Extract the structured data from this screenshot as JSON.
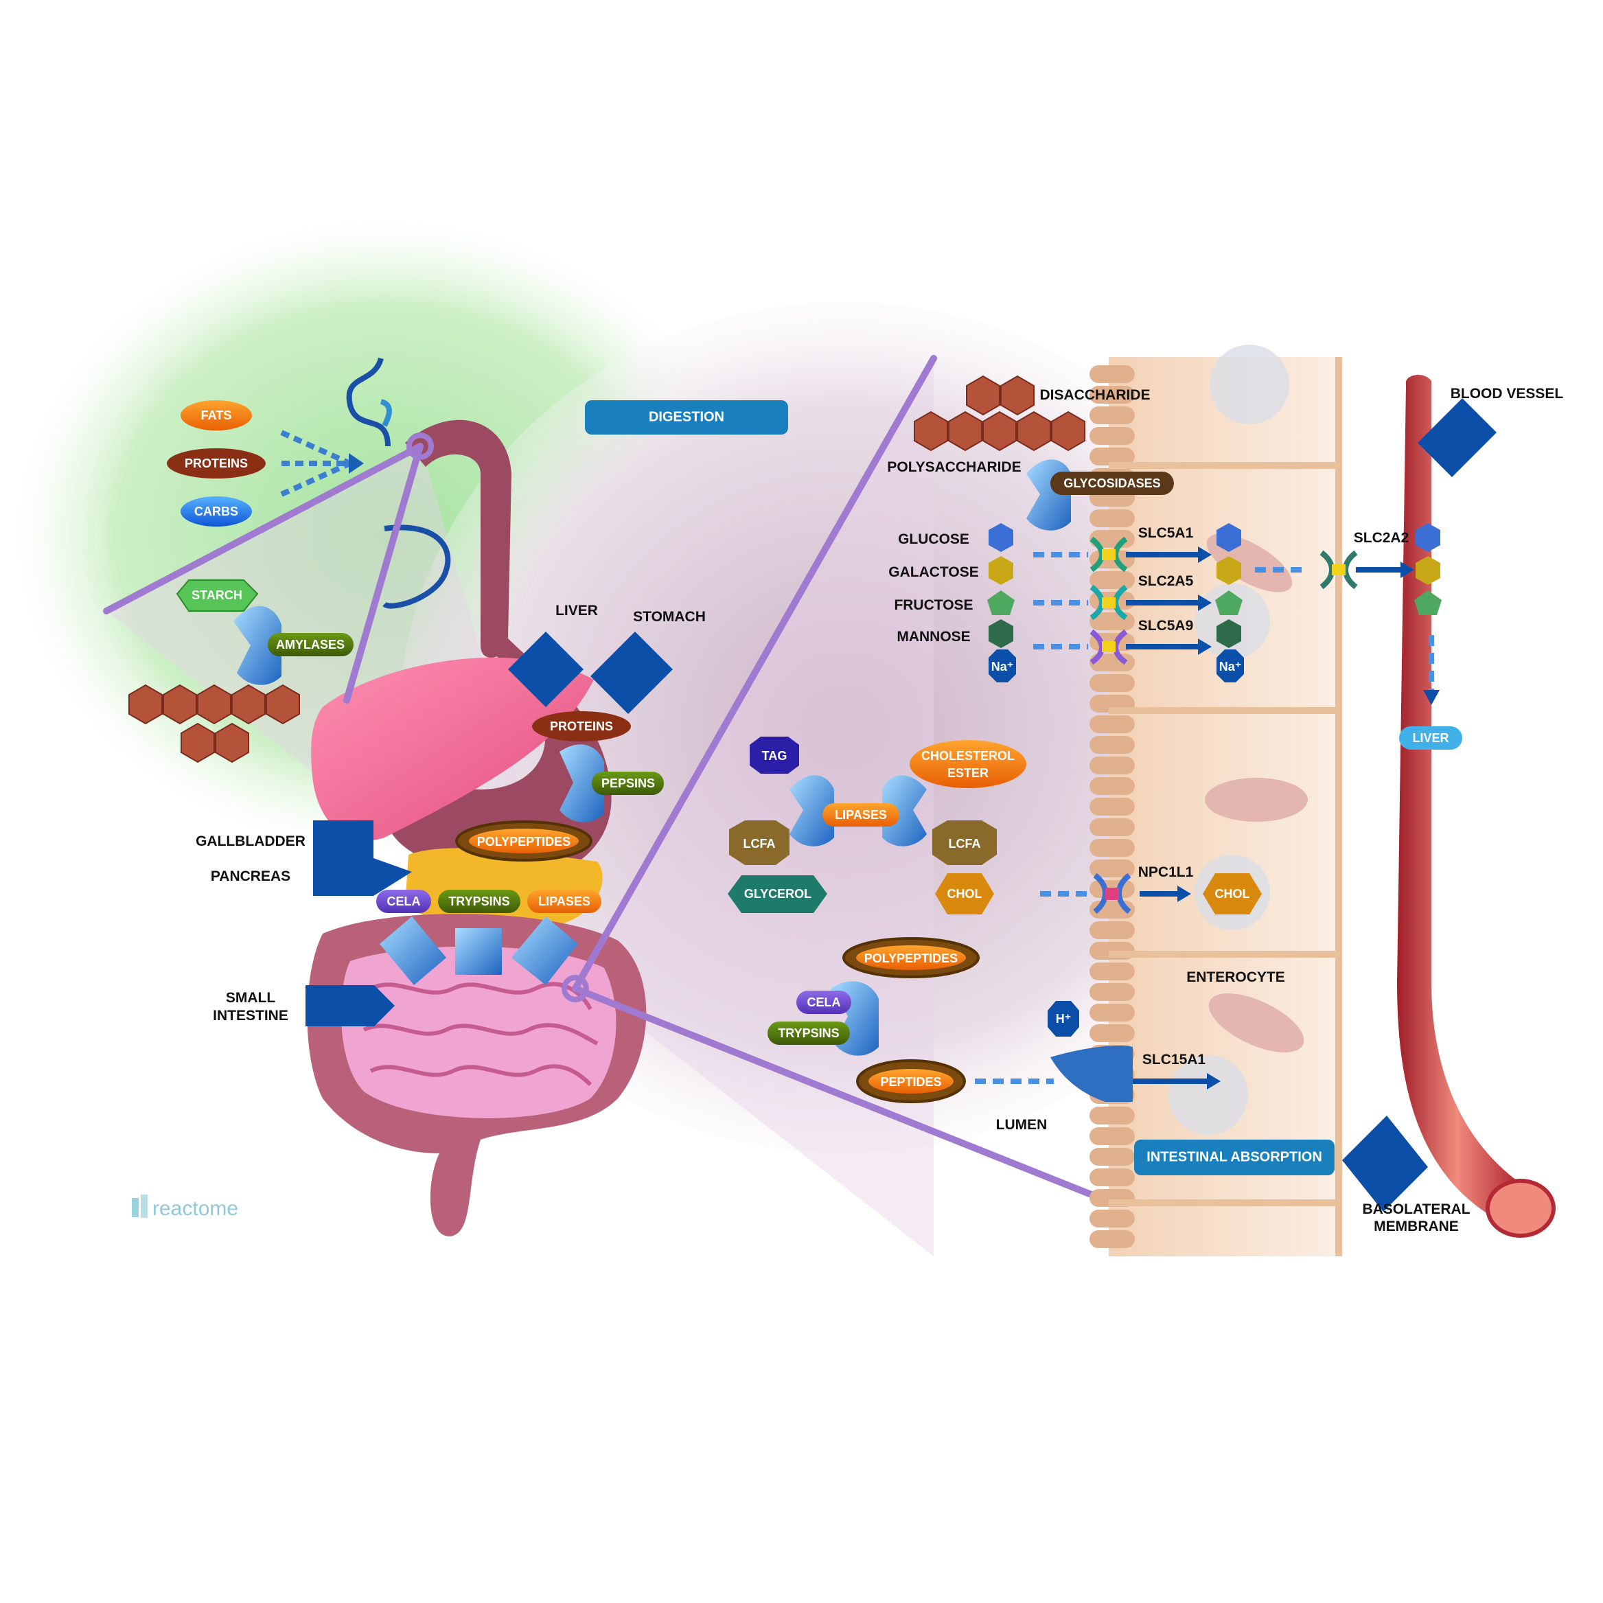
{
  "title": "DIGESTION",
  "subtitle": "INTESTINAL ABSORPTION",
  "brand": {
    "name": "reactome"
  },
  "diet": {
    "fats": "FATS",
    "proteins": "PROTEINS",
    "carbs": "CARBS"
  },
  "organs": {
    "liver": "LIVER",
    "stomach": "STOMACH",
    "gallbladder": "GALLBLADDER",
    "pancreas": "PANCREAS",
    "small_intestine_1": "SMALL",
    "small_intestine_2": "INTESTINE"
  },
  "left_molecules": {
    "starch": "STARCH",
    "amylases": "AMYLASES",
    "proteins": "PROTEINS",
    "pepsins": "PEPSINS",
    "polypeptides": "POLYPEPTIDES",
    "cela": "CELA",
    "trypsins": "TRYPSINS",
    "lipases": "LIPASES"
  },
  "lumen": {
    "disaccharide": "DISACCHARIDE",
    "polysaccharide": "POLYSACCHARIDE",
    "glycosidases": "GLYCOSIDASES",
    "glucose": "GLUCOSE",
    "galactose": "GALACTOSE",
    "fructose": "FRUCTOSE",
    "mannose": "MANNOSE",
    "na_ion": "Na⁺",
    "tag": "TAG",
    "cholesterol_ester_1": "CHOLESTEROL",
    "cholesterol_ester_2": "ESTER",
    "lipases": "LIPASES",
    "lcfa": "LCFA",
    "glycerol": "GLYCEROL",
    "chol": "CHOL",
    "polypeptides": "POLYPEPTIDES",
    "cela": "CELA",
    "trypsins": "TRYPSINS",
    "peptides": "PEPTIDES",
    "h_ion": "H⁺",
    "lumen_label": "LUMEN"
  },
  "transporters": {
    "slc5a1": "SLC5A1",
    "slc2a5": "SLC2A5",
    "slc5a9": "SLC5A9",
    "slc2a2": "SLC2A2",
    "npc1l1": "NPC1L1",
    "slc15a1": "SLC15A1"
  },
  "cell": {
    "enterocyte": "ENTEROCYTE",
    "basolateral_1": "BASOLATERAL",
    "basolateral_2": "MEMBRANE",
    "blood_vessel": "BLOOD VESSEL",
    "liver_dest": "LIVER",
    "chol_inside": "CHOL",
    "na_inside": "Na⁺"
  },
  "colors": {
    "pill_blue": "#1a7fbd",
    "arrow_blue": "#1a5fb4",
    "hex_brown": "#b5523a",
    "membrane_purple": "#a07ad0"
  }
}
